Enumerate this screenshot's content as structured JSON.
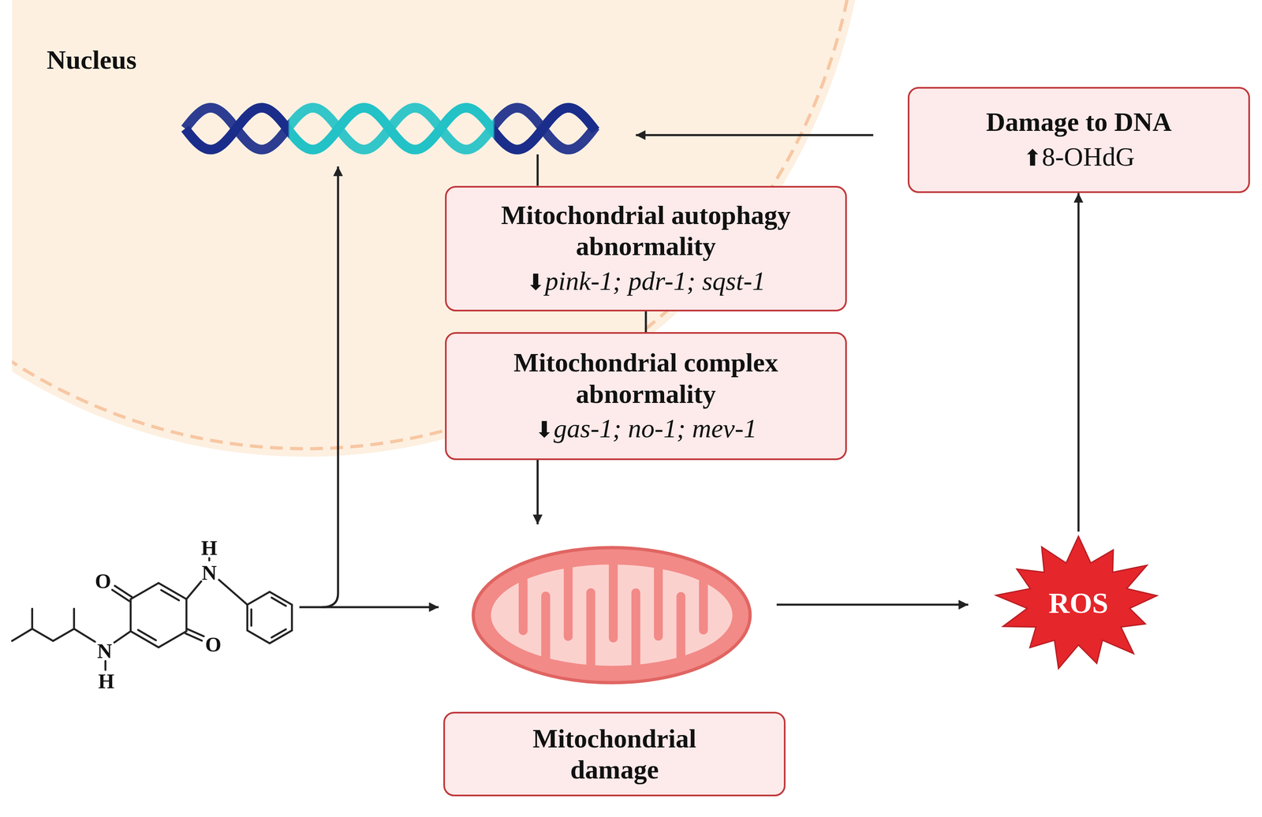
{
  "diagram": {
    "nodes": [
      {
        "text": [
          "Mitochondrial autophagy abnormality",
          "⬇pink-1; pdr-1; sqst-1"
        ]
      },
      {
        "text": [
          "Mitochondrial complex abnormality",
          "⬇gas-1; no-1; mev-1"
        ]
      },
      {
        "text": [
          "Mitochondrial damage"
        ]
      },
      {
        "text": [
          "ROS"
        ]
      },
      {
        "text": [
          "Damage to DNA",
          "⬆8-OHdG"
        ]
      }
    ],
    "edges": [
      {
        "from": 0,
        "to": 1,
        "arrow": "none"
      },
      {
        "from": 3,
        "to": 4,
        "arrow": "to"
      }
    ],
    "labels": [
      "Nucleus",
      "H",
      "N",
      "O",
      "O",
      "N",
      "H"
    ]
  }
}
